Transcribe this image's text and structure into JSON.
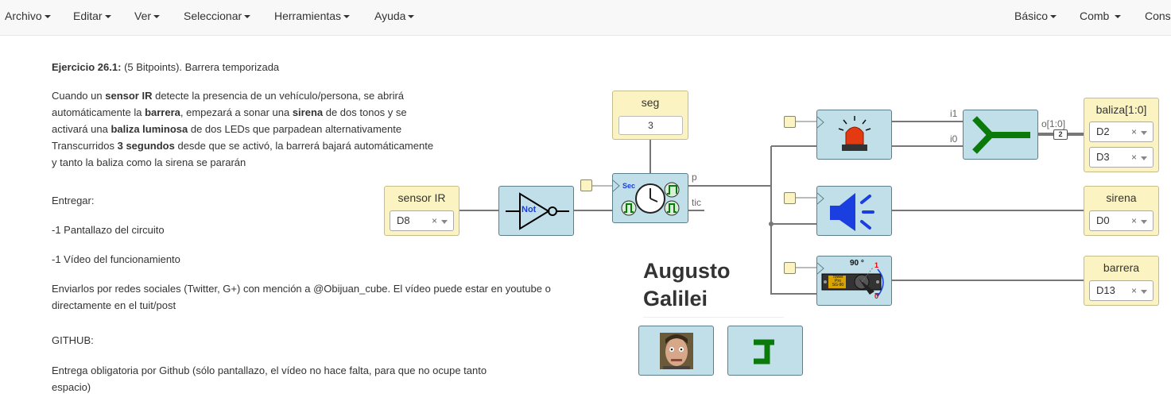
{
  "menu": {
    "archivo": "Archivo",
    "editar": "Editar",
    "ver": "Ver",
    "seleccionar": "Seleccionar",
    "herramientas": "Herramientas",
    "ayuda": "Ayuda",
    "basico": "Básico",
    "comb": "Comb",
    "cons": "Cons"
  },
  "doc": {
    "title_bold": "Ejercicio 26.1:",
    "title_rest": " (5 Bitpoints). Barrera temporizada",
    "p1": [
      [
        "Cuando un ",
        false
      ],
      [
        "sensor IR",
        true
      ],
      [
        " detecte la presencia de un vehículo/persona, se abrirá",
        false
      ]
    ],
    "p2": [
      [
        "automáticamente la ",
        false
      ],
      [
        "barrera",
        true
      ],
      [
        ", empezará a sonar una ",
        false
      ],
      [
        "sirena",
        true
      ],
      [
        " de dos tonos y se",
        false
      ]
    ],
    "p3": [
      [
        "activará una ",
        false
      ],
      [
        "baliza luminosa",
        true
      ],
      [
        " de dos LEDs que parpadean alternativamente",
        false
      ]
    ],
    "p4": [
      [
        "Transcurridos ",
        false
      ],
      [
        "3 segundos",
        true
      ],
      [
        " desde que se activó, la barrerá bajará automáticamente",
        false
      ]
    ],
    "p5": "y tanto la baliza como la sirena se pararán",
    "entregar": "Entregar:",
    "item1": "-1 Pantallazo del circuito",
    "item2": "-1 Vídeo del funcionamiento",
    "envio1": "Enviarlos por redes sociales (Twitter, G+) con mención a @Obijuan_cube. El vídeo puede estar en youtube o",
    "envio2": "directamente en el tuit/post",
    "github": "GITHUB:",
    "gh1": "Entrega obligatoria por Github (sólo pantallazo, el vídeo no hace falta, para que no ocupe tanto",
    "gh2": "espacio)"
  },
  "circuit": {
    "sensor": {
      "label": "sensor IR",
      "pin": "D8",
      "clear": "×"
    },
    "not_label": "Not",
    "seg": {
      "label": "seg",
      "value": "3"
    },
    "timer_label": "Sec",
    "timer_ports": {
      "p": "p",
      "tic": "tic"
    },
    "mux_ports": {
      "i1": "i1",
      "i0": "i0",
      "o": "o[1:0]",
      "width": "2"
    },
    "baliza": {
      "label": "baliza[1:0]",
      "pins": [
        "D2",
        "D3"
      ],
      "clear": "×"
    },
    "sirena": {
      "label": "sirena",
      "pin": "D0",
      "clear": "×"
    },
    "barrera": {
      "label": "barrera",
      "pin": "D13",
      "clear": "×"
    },
    "servo_labels": {
      "angle": "90 °",
      "one": "1",
      "zero": "0",
      "brand1": "Tower",
      "brand2": "Pro",
      "brand3": "SG-90"
    }
  },
  "author": {
    "line1": "Augusto",
    "line2": "Galilei"
  },
  "colors": {
    "block_blue": "#c1dfe8",
    "io_yellow": "#fbf3c2",
    "wire": "#777777",
    "icon_green": "#0a7a0a",
    "siren_blue": "#1a3ee0"
  }
}
